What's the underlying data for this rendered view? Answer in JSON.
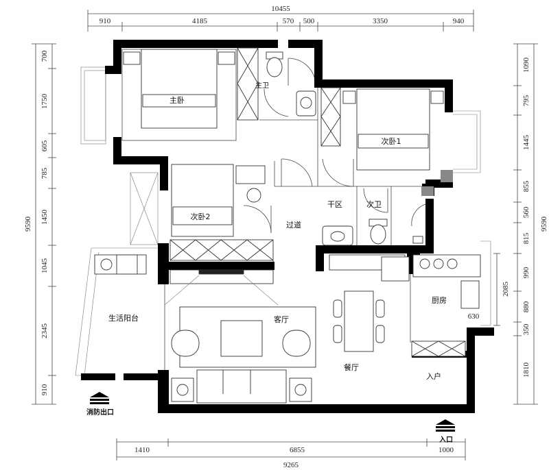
{
  "dimensions": {
    "top_total": "10455",
    "top": [
      "910",
      "4185",
      "570",
      "500",
      "3350",
      "940"
    ],
    "bottom_top": [
      "1410",
      "6855",
      "1000"
    ],
    "bottom_total": "9265",
    "left": [
      "700",
      "1750",
      "605",
      "785",
      "1450",
      "1045",
      "2345",
      "910"
    ],
    "left_total": "9590",
    "right": [
      "1090",
      "795",
      "1445",
      "855",
      "560",
      "815",
      "990",
      "880",
      "350",
      "1810"
    ],
    "right_total": "9590",
    "kitchen_side": "2085",
    "kitchen_width": "630"
  },
  "rooms": {
    "master_bedroom": "主卧",
    "master_bath": "主卫",
    "second_bedroom_1": "次卧1",
    "second_bedroom_2": "次卧2",
    "dry_zone": "干区",
    "second_bath": "次卫",
    "corridor": "过道",
    "kitchen": "厨房",
    "utility_balcony": "生活阳台",
    "living_room": "客厅",
    "dining_room": "餐厅",
    "entry": "入户"
  },
  "labels": {
    "fire_exit": "消防出口",
    "entrance": "入口"
  }
}
